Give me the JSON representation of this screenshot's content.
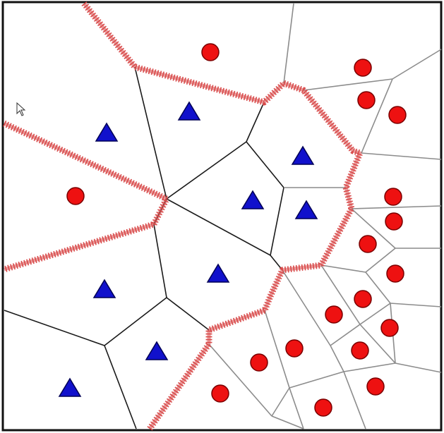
{
  "diagram": {
    "type": "voronoi-decision-boundary",
    "description_visible_text": "",
    "colors": {
      "background": "#ffffff",
      "frame": "#111111",
      "cell_edge_class_a": "#1a1a1a",
      "cell_edge_class_b": "#8c8c8c",
      "decision_boundary": "#d84a4a",
      "circle_fill": "#ee1111",
      "circle_stroke": "#7a0000",
      "triangle_fill": "#1111cc",
      "triangle_stroke": "#000055"
    },
    "markers": {
      "circle_class": "circle",
      "triangle_class": "triangle"
    }
  }
}
